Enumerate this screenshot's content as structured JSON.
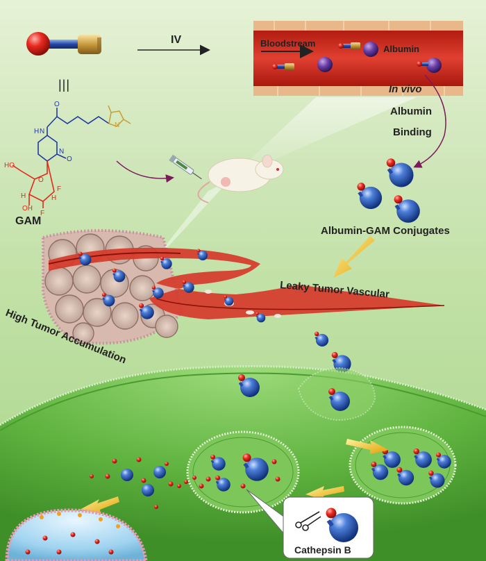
{
  "reaction": {
    "label": "IV"
  },
  "equivalence": {
    "symbol": "|||"
  },
  "molecule": {
    "name": "GAM",
    "atoms": [
      "N",
      "H",
      "O",
      "N",
      "N",
      "O",
      "HO",
      "O",
      "H",
      "F",
      "OH",
      "H",
      "F"
    ]
  },
  "vessel": {
    "bloodstream_label": "Bloodstream",
    "albumin_label": "Albumin"
  },
  "process": {
    "in_vivo": "In vivo",
    "albumin": "Albumin",
    "binding": "Binding"
  },
  "conjugates": {
    "label": "Albumin-GAM Conjugates"
  },
  "tumor": {
    "leaky_vascular": "Leaky Tumor Vascular",
    "accumulation": "High Tumor Accumulation"
  },
  "enzyme": {
    "label": "Cathepsin B"
  },
  "colors": {
    "albumin_blue": "#1f4fae",
    "drug_red": "#e0201a",
    "vessel_red": "#d63a2a",
    "cell_green": "#5cb23a",
    "arrow_yellow": "#f2c21a"
  }
}
